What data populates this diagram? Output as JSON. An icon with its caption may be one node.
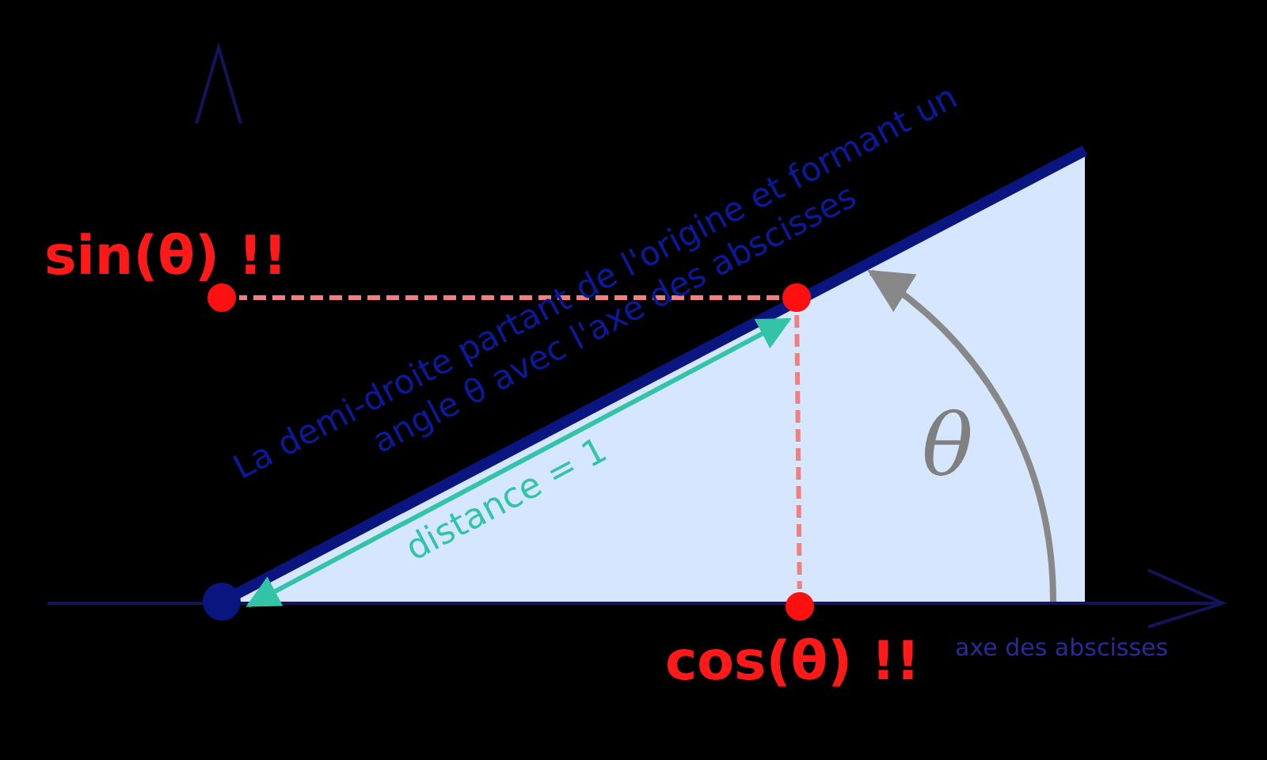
{
  "diagram": {
    "nodes": [
      {
        "text": [],
        "shape": "circle"
      },
      {
        "text": [],
        "shape": "circle"
      },
      {
        "text": [],
        "shape": "circle",
        "beside": [
          "sin(θ) !!"
        ]
      },
      {
        "text": [],
        "shape": "circle",
        "beside": [
          "cos(θ) !!"
        ]
      }
    ],
    "edges": [
      {
        "from": 0,
        "to": 1,
        "arrow": "both",
        "label": "distance = 1",
        "color": "#33c4a8"
      },
      {
        "from": 1,
        "to": 2,
        "arrow": "none",
        "style": "dashed",
        "color": "#f08080"
      },
      {
        "from": 1,
        "to": 3,
        "arrow": "none",
        "style": "dashed",
        "color": "#f08080"
      }
    ],
    "labels": [
      "La demi-droite partant de l'origine et formant un angle θ avec l'axe des abscisses",
      "θ",
      "axe des abscisses"
    ]
  }
}
